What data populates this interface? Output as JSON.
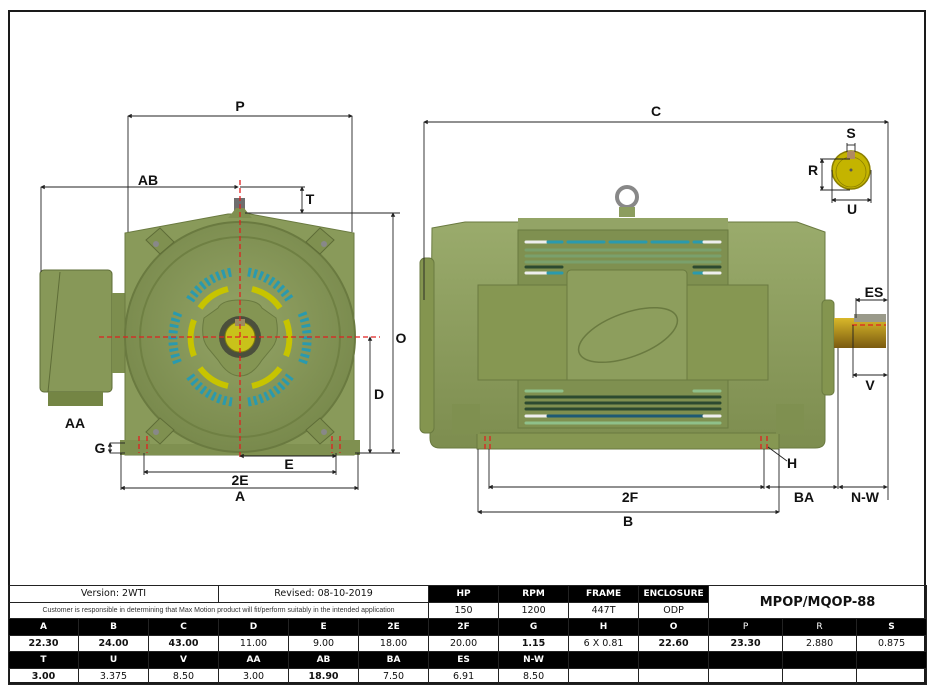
{
  "drawing": {
    "front_view_labels": {
      "P": "P",
      "AB": "AB",
      "T": "T",
      "O": "O",
      "D": "D",
      "AA": "AA",
      "G": "G",
      "E": "E",
      "2E": "2E",
      "A": "A"
    },
    "side_view_labels": {
      "C": "C",
      "S": "S",
      "R": "R",
      "U": "U",
      "ES": "ES",
      "V": "V",
      "H": "H",
      "2F": "2F",
      "BA": "BA",
      "N-W": "N-W",
      "B": "B"
    },
    "colors": {
      "motor_body": "#8a9a5b",
      "motor_dark": "#6f7f45",
      "motor_light": "#a9b77a",
      "vent_teal": "#2a9aae",
      "shaft_yellow": "#c4b400",
      "centerline_red": "#e02020",
      "dim_line": "#222222"
    }
  },
  "info": {
    "version": "Version: 2WTI",
    "revised": "Revised: 08-10-2019",
    "disclaimer": "Customer is responsible in determining that Max Motion product will fit/perform suitably in the intended application",
    "model": "MPOP/MQOP-88",
    "headers": [
      "HP",
      "RPM",
      "FRAME",
      "ENCLOSURE"
    ],
    "values": [
      "150",
      "1200",
      "447T",
      "ODP"
    ]
  },
  "dimensions": {
    "row1_headers": [
      "A",
      "B",
      "C",
      "D",
      "E",
      "2E",
      "2F",
      "G",
      "H",
      "O",
      "P",
      "R",
      "S"
    ],
    "row1_values": [
      "22.30",
      "24.00",
      "43.00",
      "11.00",
      "9.00",
      "18.00",
      "20.00",
      "1.15",
      "6 X 0.81",
      "22.60",
      "23.30",
      "2.880",
      "0.875"
    ],
    "row2_headers": [
      "T",
      "U",
      "V",
      "AA",
      "AB",
      "BA",
      "ES",
      "N-W",
      "",
      "",
      "",
      "",
      ""
    ],
    "row2_values": [
      "3.00",
      "3.375",
      "8.50",
      "3.00",
      "18.90",
      "7.50",
      "6.91",
      "8.50",
      "",
      "",
      "",
      "",
      ""
    ]
  }
}
